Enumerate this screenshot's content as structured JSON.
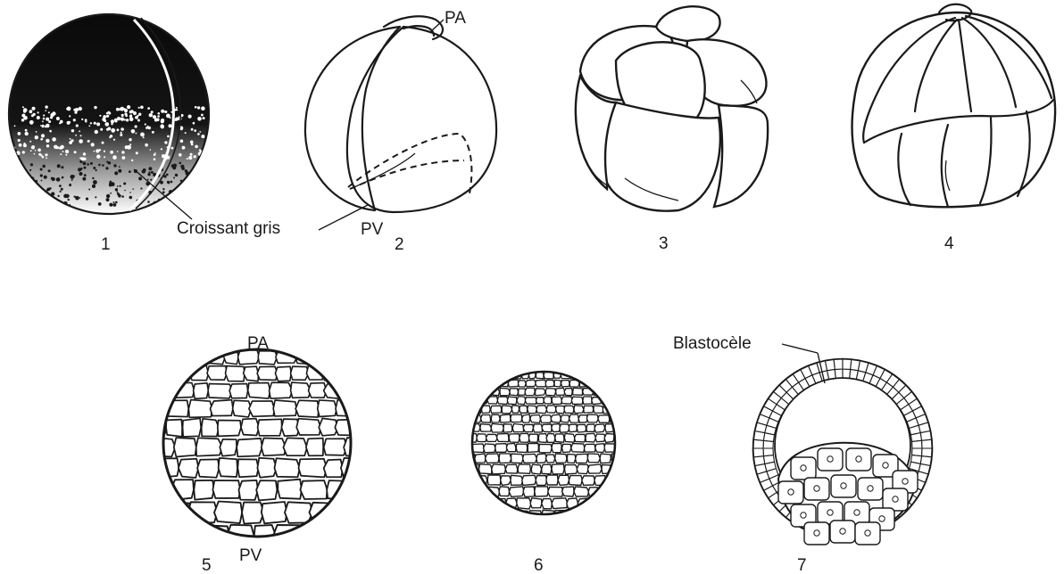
{
  "figures": [
    {
      "number": "1"
    },
    {
      "number": "2"
    },
    {
      "number": "3"
    },
    {
      "number": "4"
    },
    {
      "number": "5"
    },
    {
      "number": "6"
    },
    {
      "number": "7"
    }
  ],
  "labels": {
    "croissant_gris": "Croissant gris",
    "pa_top": "PA",
    "pv_fig2": "PV",
    "pa_fig5": "PA",
    "pv_fig5": "PV",
    "blastocele": "Blastocèle"
  },
  "colors": {
    "ink": "#1a1a1a",
    "paper": "#ffffff"
  }
}
